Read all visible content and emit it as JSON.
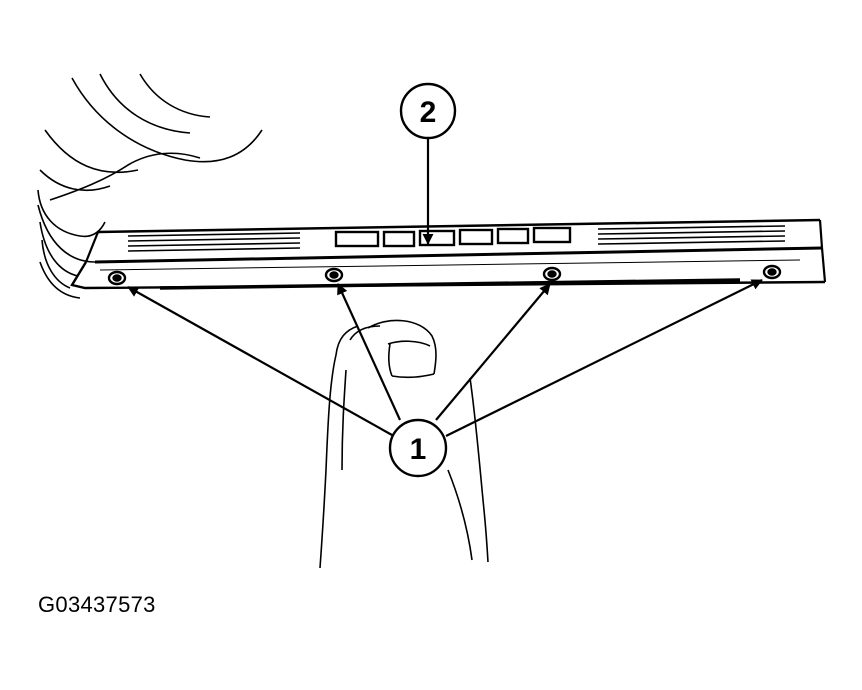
{
  "diagram": {
    "callouts": [
      {
        "number": "1",
        "part": "fasteners"
      },
      {
        "number": "2",
        "part": "scuff plate"
      }
    ],
    "figure_id": "G03437573"
  },
  "colors": {
    "ink": "#000000",
    "paper": "#ffffff"
  }
}
